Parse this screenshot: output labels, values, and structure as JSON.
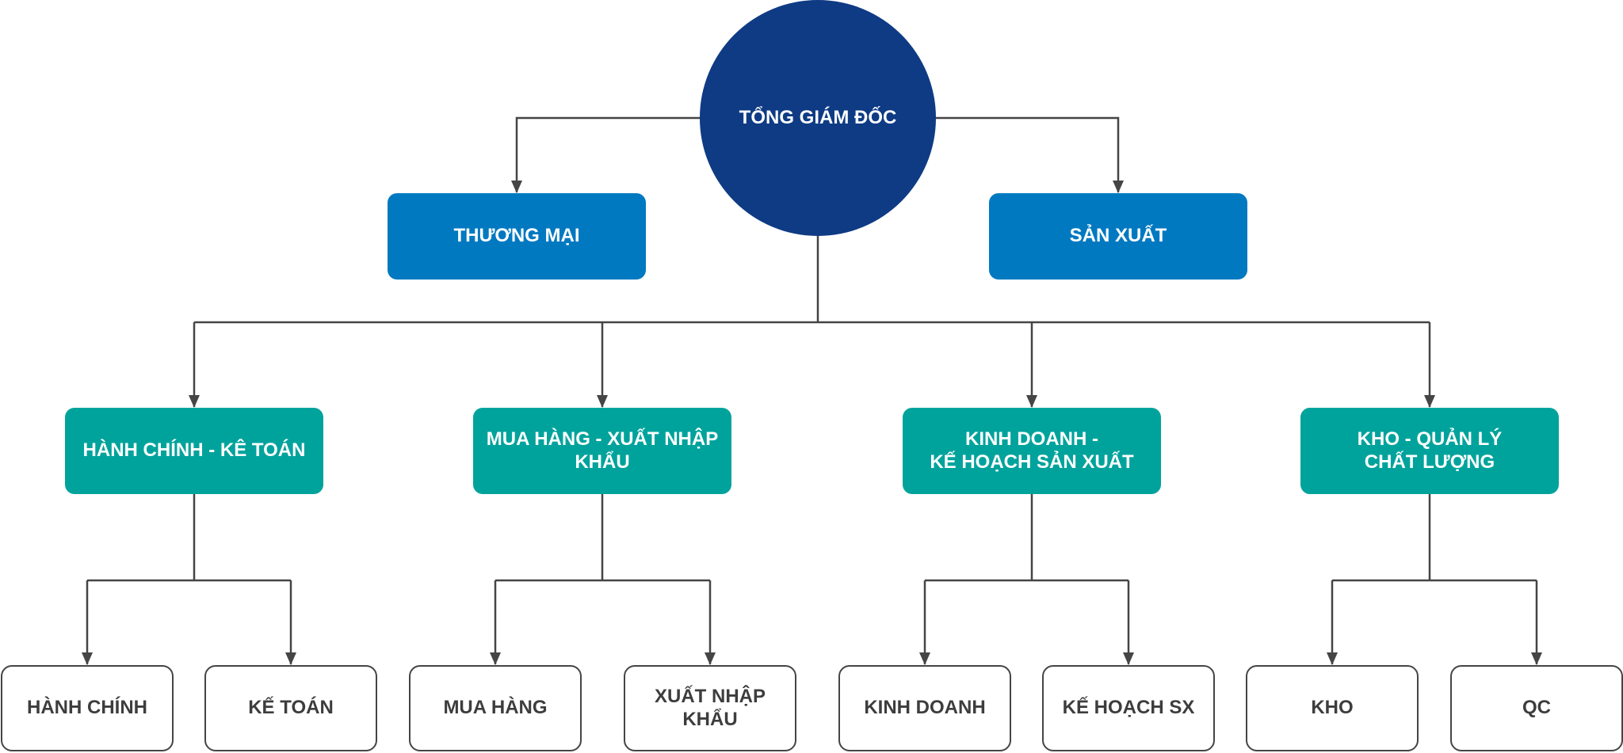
{
  "colors": {
    "root": "#0e3b84",
    "level1": "#0079c1",
    "level2": "#00a39c",
    "connector": "#454545"
  },
  "root": {
    "label": "TỔNG GIÁM ĐỐC"
  },
  "level1": [
    {
      "label": "THƯƠNG MẠI"
    },
    {
      "label": "SẢN XUẤT"
    }
  ],
  "departments": [
    {
      "label": "HÀNH CHÍNH - KÊ TOÁN"
    },
    {
      "label": "MUA HÀNG - XUẤT NHẬP\nKHẨU"
    },
    {
      "label": "KINH DOANH -\nKẾ HOẠCH SẢN XUẤT"
    },
    {
      "label": "KHO - QUẢN LÝ\nCHẤT LƯỢNG"
    }
  ],
  "units": [
    {
      "label": "HÀNH CHÍNH"
    },
    {
      "label": "KẾ TOÁN"
    },
    {
      "label": "MUA HÀNG"
    },
    {
      "label": "XUẤT NHẬP KHẨU"
    },
    {
      "label": "KINH DOANH"
    },
    {
      "label": "KẾ HOẠCH SX"
    },
    {
      "label": "KHO"
    },
    {
      "label": "QC"
    }
  ]
}
